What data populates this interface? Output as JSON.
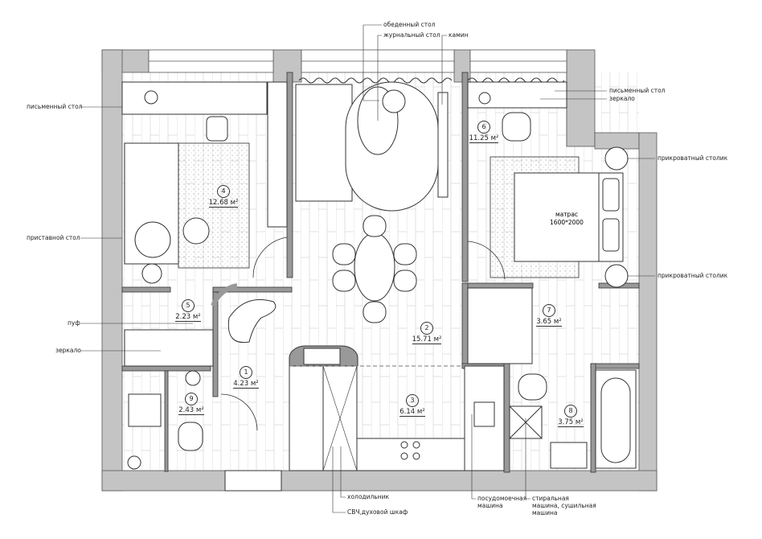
{
  "rooms": [
    {
      "num": "1",
      "area": "4.23 м²"
    },
    {
      "num": "2",
      "area": "15.71 м²"
    },
    {
      "num": "3",
      "area": "6.14 м²"
    },
    {
      "num": "4",
      "area": "12.68 м²"
    },
    {
      "num": "5",
      "area": "2.23 м²"
    },
    {
      "num": "6",
      "area": "11.25 м²"
    },
    {
      "num": "7",
      "area": "3.65 м²"
    },
    {
      "num": "8",
      "area": "3.75 м²"
    },
    {
      "num": "9",
      "area": "2.43 м²"
    }
  ],
  "mattress": {
    "label": "матрас",
    "size": "1600*2000"
  },
  "callouts": {
    "dining_table": "обеденный стол",
    "coffee_table": "журнальный стол",
    "fireplace": "камин",
    "desk_right": "письменный стол",
    "mirror_right": "зеркало",
    "nightstand_top": "прикроватный столик",
    "nightstand_bottom": "прикроватный столик",
    "desk_left": "письменный стол",
    "side_table": "приставной стол",
    "pouf": "пуф",
    "mirror_left": "зеркало",
    "fridge": "холодильник",
    "oven": "СВЧ,духовой шкаф",
    "dishwasher": "посудомоечная машина",
    "washer": "стиральная машина, сушильная машина"
  },
  "colors": {
    "wall": "#c4c4c4",
    "line": "#333333"
  }
}
